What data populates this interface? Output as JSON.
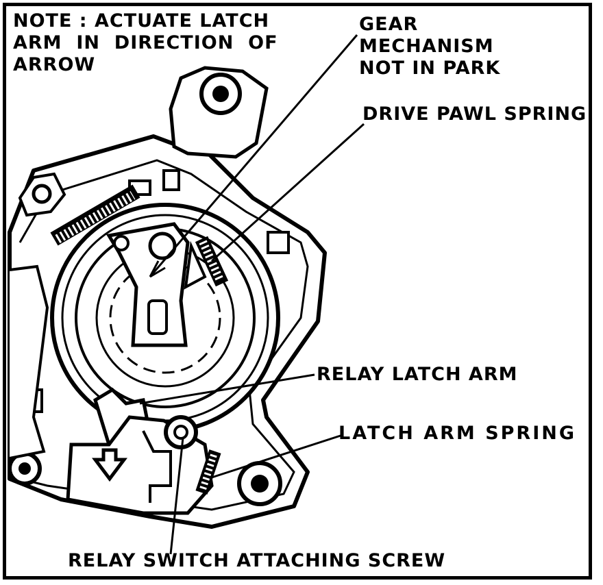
{
  "figure": {
    "note": [
      "NOTE : ACTUATE LATCH",
      "ARM  IN  DIRECTION  OF",
      "ARROW"
    ],
    "labels": {
      "gear_mechanism": [
        "GEAR",
        "MECHANISM",
        "NOT IN PARK"
      ],
      "drive_pawl_spring": "DRIVE PAWL SPRING",
      "relay_latch_arm": "RELAY LATCH ARM",
      "latch_arm_spring": "LATCH ARM SPRING",
      "relay_switch_screw": "RELAY SWITCH ATTACHING SCREW"
    }
  }
}
